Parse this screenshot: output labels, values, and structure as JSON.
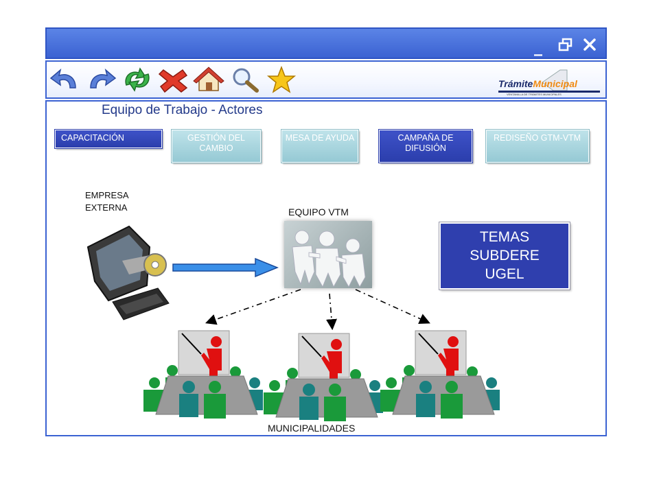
{
  "window": {
    "minimize_glyph": "_",
    "restore_glyph": "🗗",
    "close_glyph": "✕"
  },
  "toolbar": {
    "icons": [
      "back-arrow-icon",
      "forward-arrow-icon",
      "refresh-icon",
      "stop-icon",
      "home-icon",
      "search-icon",
      "favorites-star-icon"
    ],
    "brand_part1": "Trámite",
    "brand_part2": "Municipal",
    "brand_tagline": "VENTANILLA DE TRÁMITES MUNICIPALES"
  },
  "page": {
    "title": "Equipo de Trabajo - Actores"
  },
  "tabs": [
    {
      "label": "CAPACITACIÓN",
      "style": "dark"
    },
    {
      "label": "GESTIÓN DEL CAMBIO",
      "style": "light"
    },
    {
      "label": "MESA DE AYUDA",
      "style": "light"
    },
    {
      "label": "CAMPAÑA DE DIFUSIÓN",
      "style": "dark"
    },
    {
      "label": "REDISEÑO GTM-VTM",
      "style": "light"
    }
  ],
  "diagram": {
    "empresa_label": "EMPRESA EXTERNA",
    "equipo_label": "EQUIPO VTM",
    "municipalidades_label": "MUNICIPALIDADES",
    "temas": [
      "TEMAS",
      "SUBDERE",
      "UGEL"
    ]
  },
  "colors": {
    "title_bar": "#3b62d2",
    "tab_dark": "#2b3eac",
    "tab_light": "#95c9d4",
    "temas_box": "#2f3fae",
    "arrow": "#3a8fe8",
    "presenter": "#e01010",
    "audience_green": "#1a9a3a",
    "audience_teal": "#1a8080"
  }
}
